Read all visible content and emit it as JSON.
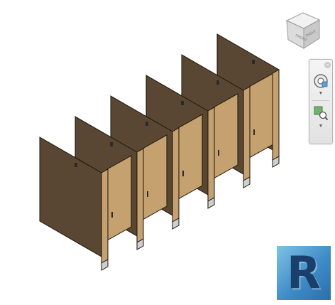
{
  "viewport": {
    "model": "toilet-partitions",
    "stall_count": 5,
    "colors": {
      "background": "#ffffff",
      "panel_dark": "#5a4733",
      "panel_light": "#c6a170",
      "edge": "#1a1408",
      "floor_shoe": "#cfcfcf",
      "hardware": "#2a2a2a"
    }
  },
  "viewcube": {
    "faces": [
      "FRONT",
      "RIGHT"
    ],
    "icon": "viewcube-icon"
  },
  "navigation_bar": {
    "close_icon": "close-icon",
    "buttons": [
      {
        "icon": "steering-wheel-icon"
      },
      {
        "icon": "zoom-icon"
      }
    ]
  },
  "app_logo": {
    "letter": "R",
    "icon": "revit-logo-icon",
    "color": "#3f8cc7"
  }
}
